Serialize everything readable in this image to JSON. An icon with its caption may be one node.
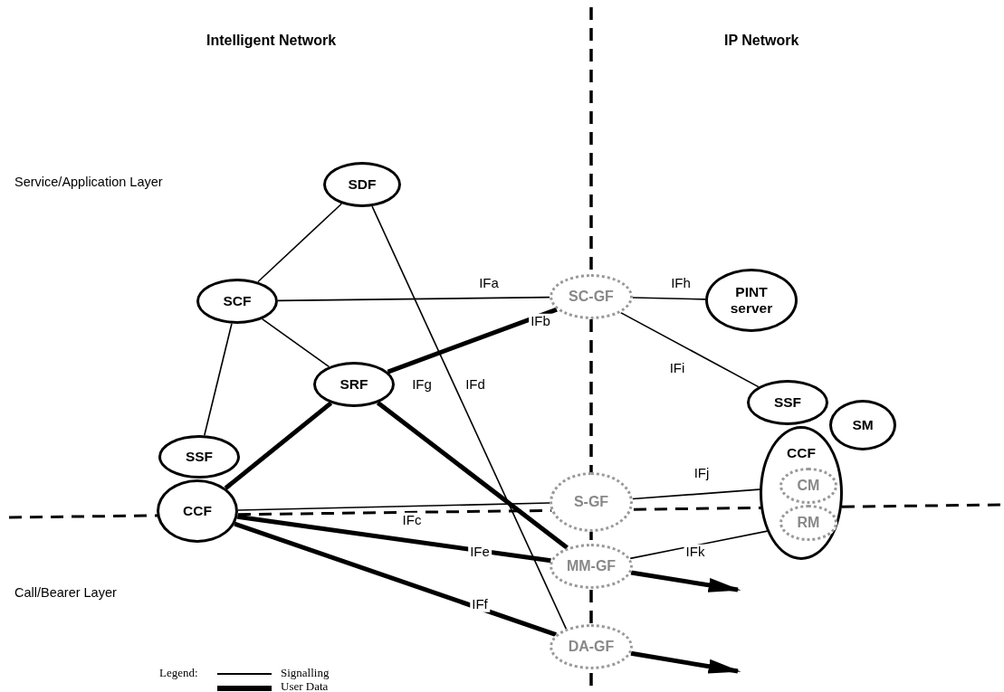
{
  "diagram": {
    "nodes": [
      {
        "text": [
          "SDF"
        ]
      },
      {
        "text": [
          "SCF"
        ]
      },
      {
        "text": [
          "SC-GF"
        ]
      },
      {
        "text": [
          "PINT server"
        ]
      },
      {
        "text": [
          "SRF"
        ]
      },
      {
        "text": [
          "CCF"
        ]
      },
      {
        "text": [
          "CM"
        ],
        "in": 5
      },
      {
        "text": [
          "RM"
        ],
        "in": 5
      },
      {
        "text": [
          "SM"
        ]
      },
      {
        "text": [
          "SSF"
        ]
      },
      {
        "text": [
          "SSF"
        ]
      },
      {
        "text": [
          "CCF"
        ]
      },
      {
        "text": [
          "S-GF"
        ]
      },
      {
        "text": [
          "MM-GF"
        ]
      },
      {
        "text": [
          "DA-GF"
        ]
      }
    ],
    "edges": [
      {
        "from": 0,
        "to": 1,
        "arrow": "none"
      },
      {
        "from": 0,
        "to": 14,
        "arrow": "none",
        "label": "IFd"
      },
      {
        "from": 1,
        "to": 2,
        "arrow": "none",
        "label": "IFa"
      },
      {
        "from": 1,
        "to": 4,
        "arrow": "none"
      },
      {
        "from": 1,
        "to": 10,
        "arrow": "none"
      },
      {
        "from": 4,
        "to": 2,
        "arrow": "none",
        "label": "IFb",
        "style": "thick"
      },
      {
        "from": 4,
        "to": 11,
        "arrow": "none",
        "style": "thick"
      },
      {
        "from": 4,
        "to": 13,
        "arrow": "none",
        "label": "IFg",
        "style": "thick"
      },
      {
        "from": 2,
        "to": 3,
        "arrow": "none",
        "label": "IFh"
      },
      {
        "from": 2,
        "to": 9,
        "arrow": "none",
        "label": "IFi"
      },
      {
        "from": 11,
        "to": 12,
        "arrow": "none",
        "label": "IFc"
      },
      {
        "from": 11,
        "to": 13,
        "arrow": "none",
        "label": "IFe",
        "style": "thick"
      },
      {
        "from": 11,
        "to": 14,
        "arrow": "none",
        "label": "IFf",
        "style": "thick"
      },
      {
        "from": 12,
        "to": 6,
        "arrow": "none",
        "label": "IFj"
      },
      {
        "from": 13,
        "to": 7,
        "arrow": "none",
        "label": "IFk"
      },
      {
        "from": 13,
        "to": null,
        "arrow": "to",
        "style": "thick"
      },
      {
        "from": 14,
        "to": null,
        "arrow": "to",
        "style": "thick"
      }
    ],
    "labels": [
      "Intelligent Network",
      "IP Network",
      "Service/Application Layer",
      "Call/Bearer Layer",
      "Legend:"
    ],
    "legend": [
      {
        "text": "Signalling"
      },
      {
        "text": "User Data"
      }
    ]
  }
}
